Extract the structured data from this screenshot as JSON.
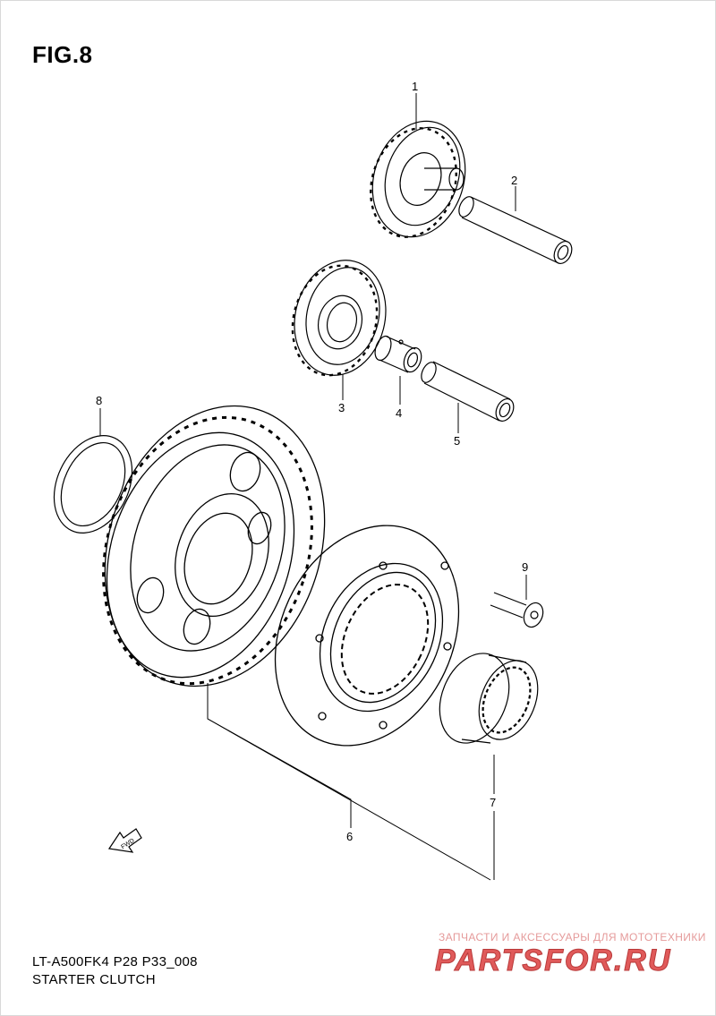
{
  "figure": {
    "title": "FIG.8"
  },
  "callouts": [
    {
      "number": "1",
      "part": "gear"
    },
    {
      "number": "2",
      "part": "shaft"
    },
    {
      "number": "3",
      "part": "gear"
    },
    {
      "number": "4",
      "part": "bushing"
    },
    {
      "number": "5",
      "part": "shaft"
    },
    {
      "number": "6",
      "part": "starter-clutch-assembly"
    },
    {
      "number": "7",
      "part": "needle-bearing"
    },
    {
      "number": "8",
      "part": "washer"
    },
    {
      "number": "9",
      "part": "bolt"
    }
  ],
  "fwd_arrow": {
    "label": "FWD"
  },
  "footer": {
    "code": "LT-A500FK4 P28 P33_008",
    "caption": "STARTER CLUTCH"
  },
  "watermark": {
    "line1": "ЗАПЧАСТИ И АКСЕССУАРЫ ДЛЯ МОТОТЕХНИКИ",
    "logo": "PARTSFOR.RU",
    "color": "#e05a5a"
  }
}
